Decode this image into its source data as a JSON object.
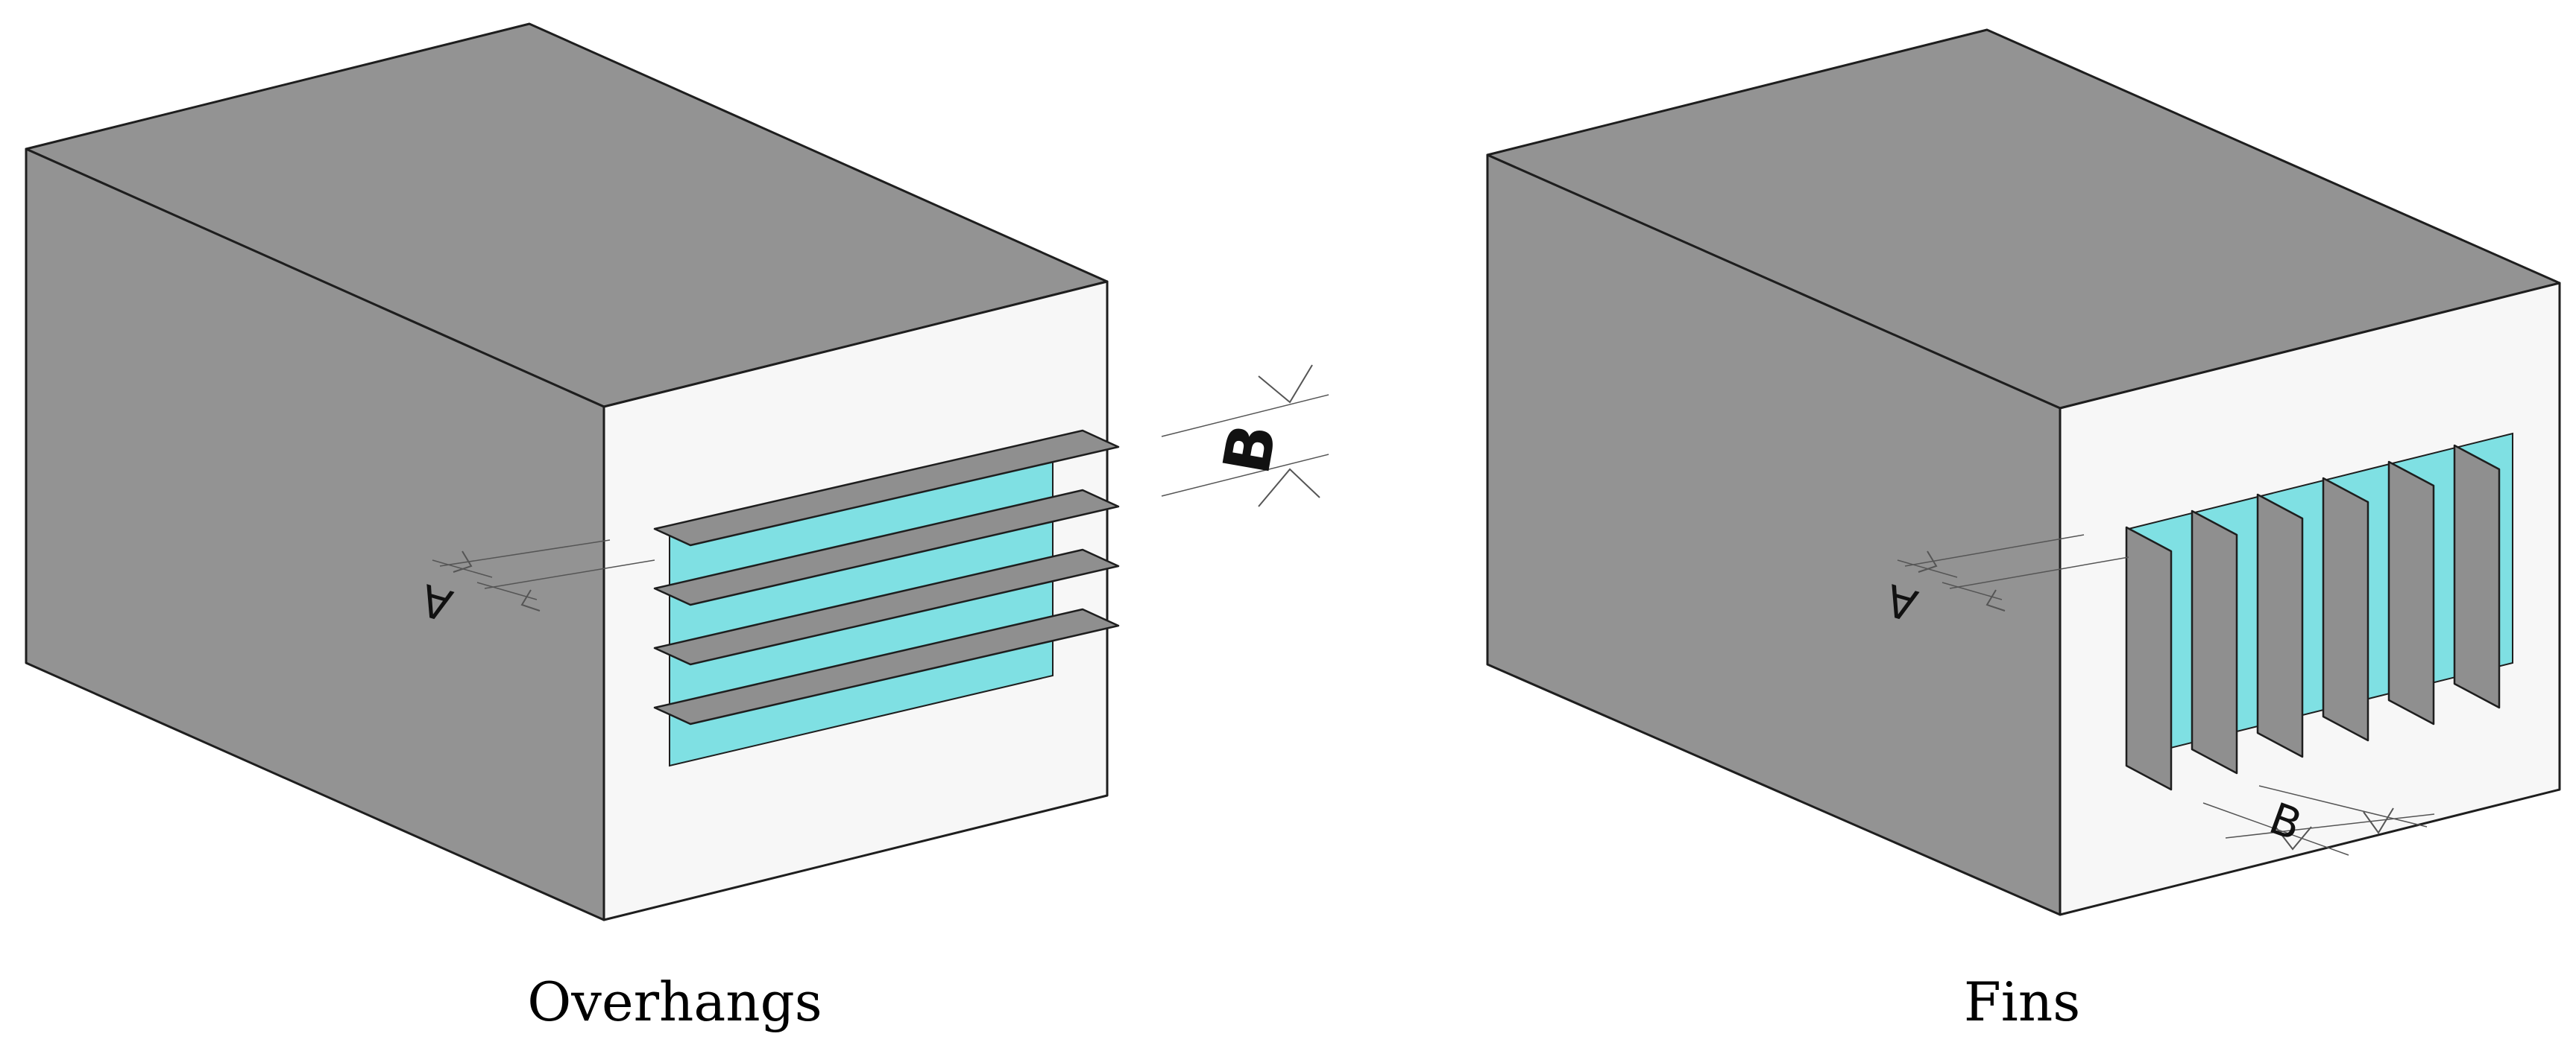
{
  "panels": [
    {
      "caption": "Overhangs",
      "dimension_labels": [
        "A",
        "B"
      ]
    },
    {
      "caption": "Fins",
      "dimension_labels": [
        "A",
        "B"
      ]
    }
  ],
  "colors": {
    "building_side_top": "#939393",
    "facade": "#f7f7f7",
    "glazing": "#7fe0e3",
    "shading_device": "#8f8f8f",
    "edge": "#1e1e1e",
    "dimension_line": "#555555"
  }
}
